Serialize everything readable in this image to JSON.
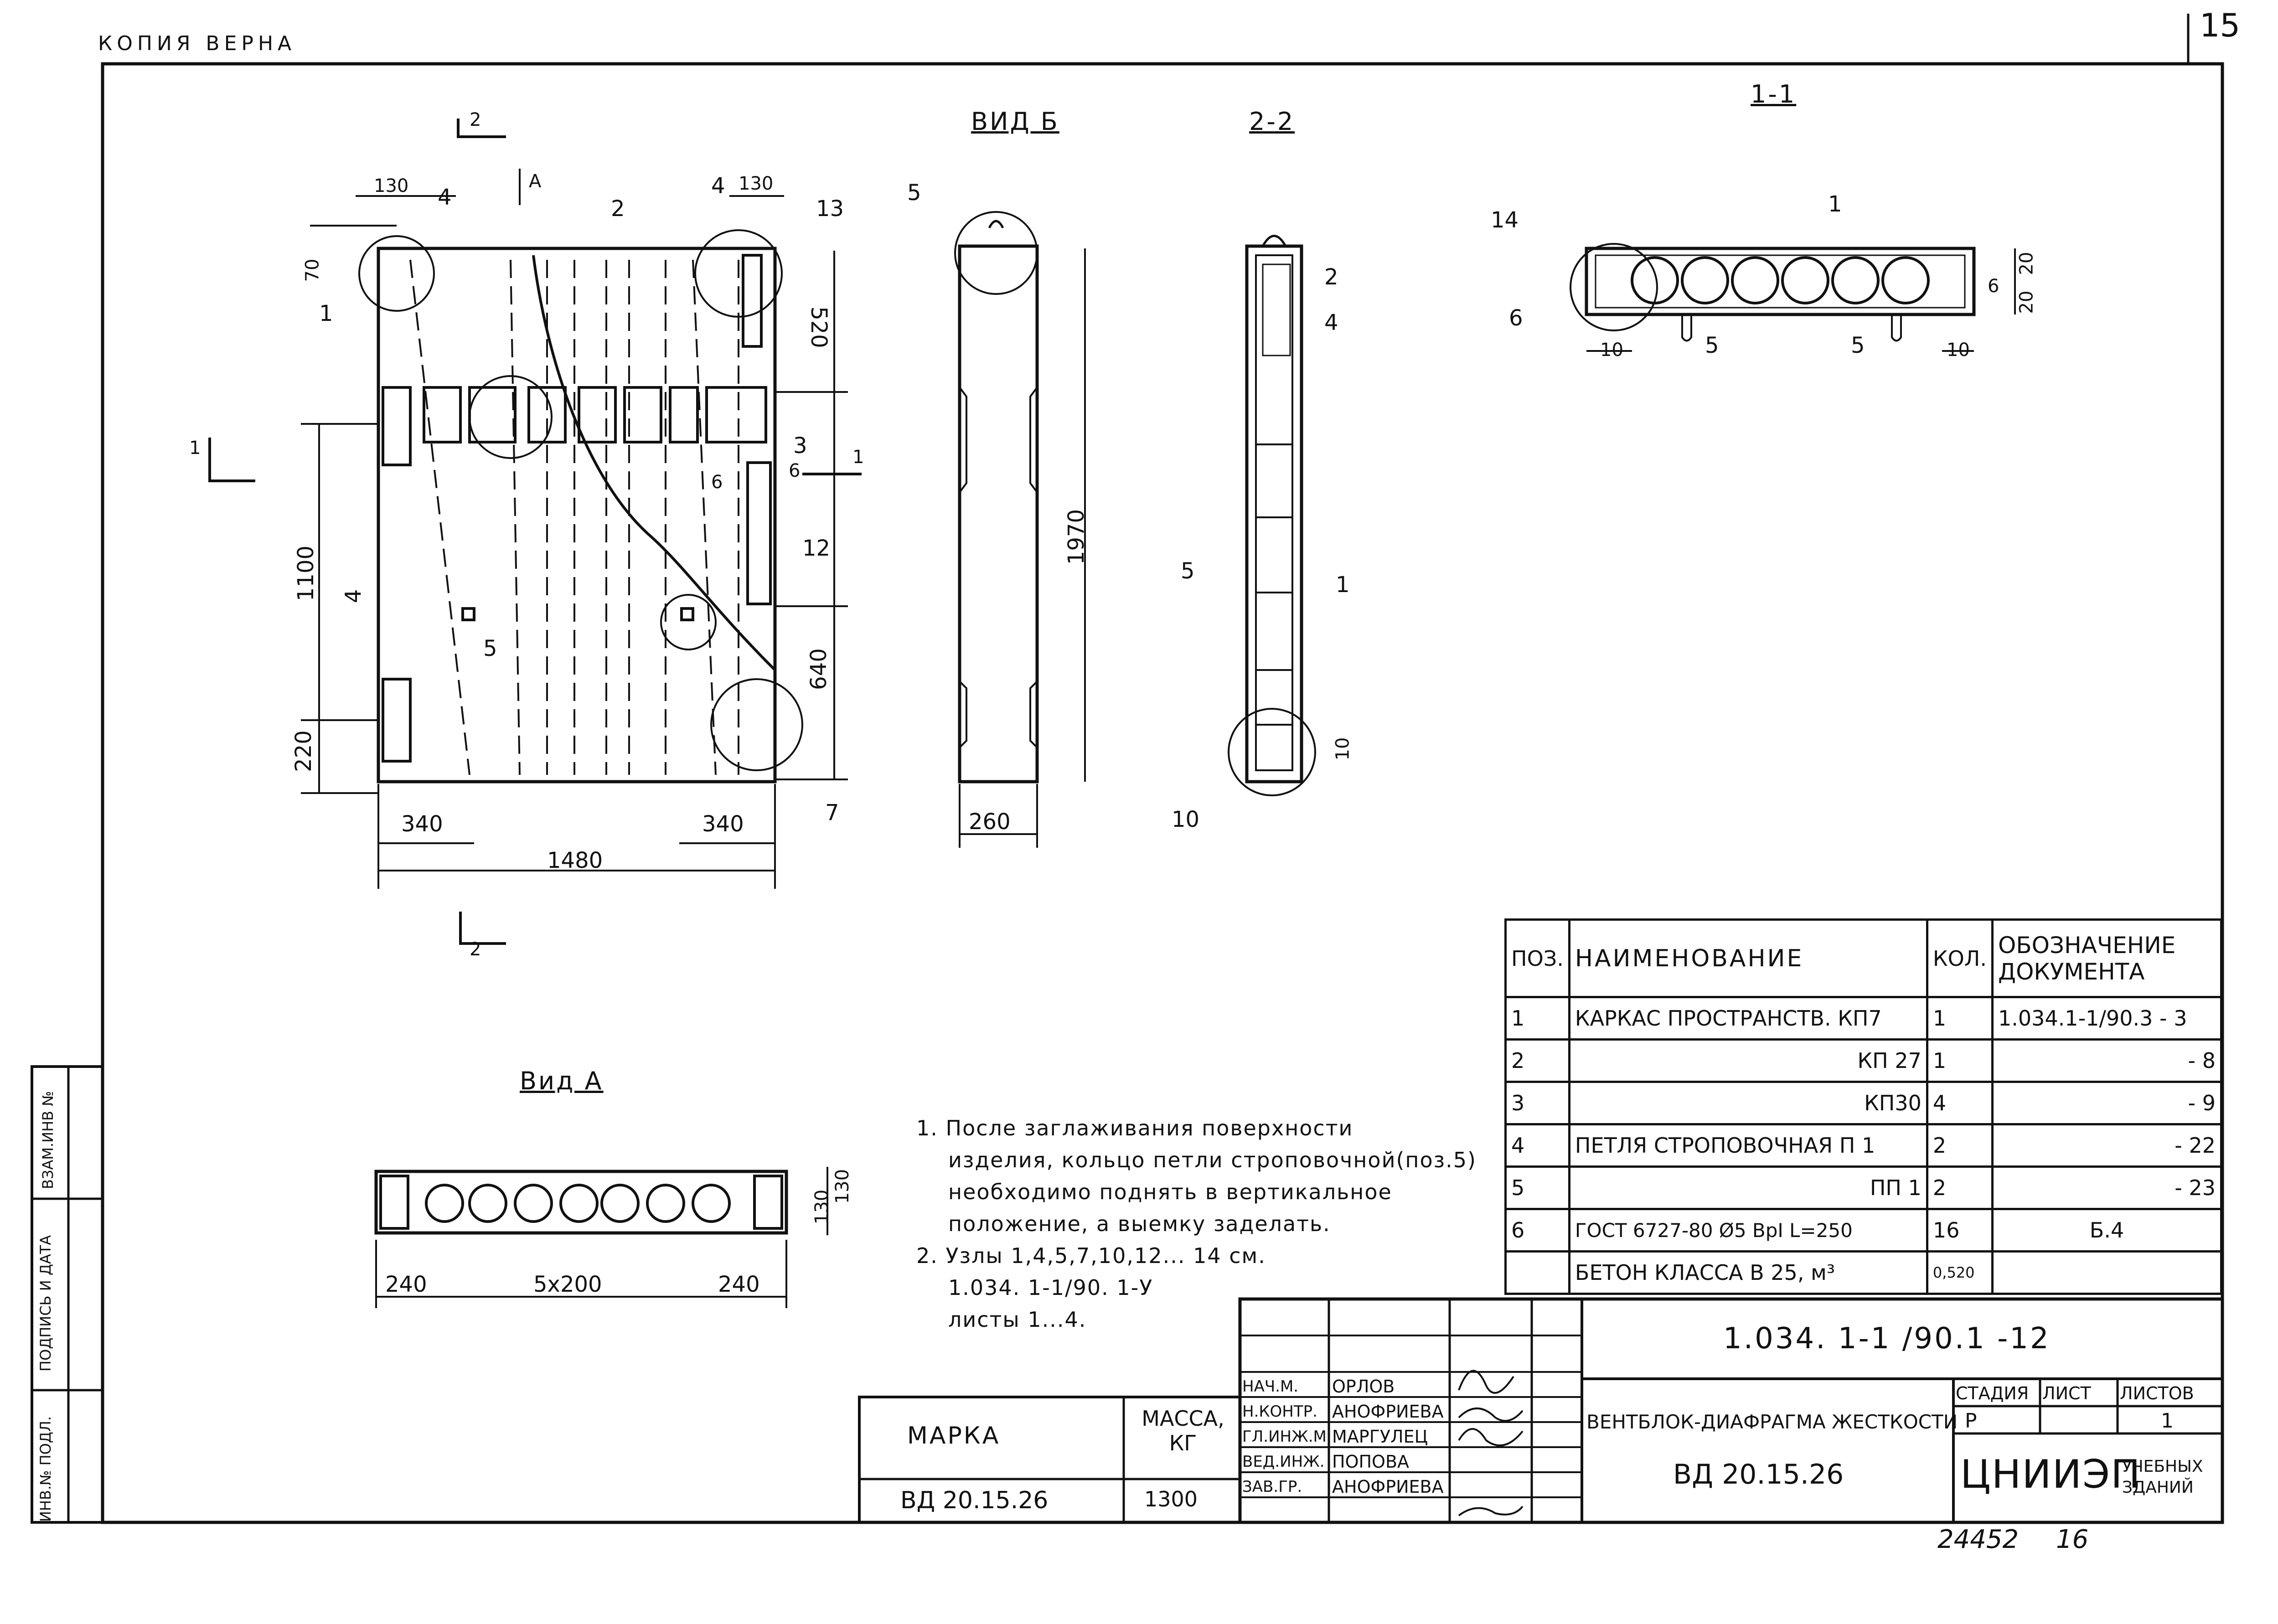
{
  "header": {
    "stamp_copy": "КОПИЯ ВЕРНА",
    "sheet_corner": "15"
  },
  "views": {
    "view_b": "ВИД Б",
    "section_2_2": "2-2",
    "section_1_1": "1-1",
    "view_a": "Вид А"
  },
  "dims_front": {
    "d130_left": "130",
    "d130_right": "130",
    "d70": "70",
    "d520": "520",
    "d1100": "1100",
    "d220": "220",
    "d640": "640",
    "d340_left": "340",
    "d340_right": "340",
    "d1480": "1480",
    "axis_a": "А",
    "cut2_top": "2",
    "cut2_bottom": "2",
    "cut1_left": "1",
    "cut1_right": "1"
  },
  "callouts_front": [
    "2",
    "4",
    "4",
    "13",
    "1",
    "3",
    "6",
    "6",
    "12",
    "5",
    "4",
    "7"
  ],
  "dims_side": {
    "d1970": "1970",
    "d260": "260",
    "callout_5": "5"
  },
  "dims_section22": {
    "p2": "2",
    "p4": "4",
    "p5": "5",
    "p1": "1",
    "p10": "10",
    "d10": "10"
  },
  "dims_section11": {
    "p14": "14",
    "p1": "1",
    "p6": "6",
    "d10_left": "10",
    "d10_right": "10",
    "p5a": "5",
    "p5b": "5",
    "d6": "6",
    "d20a": "20",
    "d20b": "20"
  },
  "dims_view_a": {
    "d240_left": "240",
    "d5x200": "5x200",
    "d240_right": "240",
    "d130a": "130",
    "d130b": "130"
  },
  "notes": [
    "1. После заглаживания поверхности",
    "изделия, кольцо петли строповочной(поз.5)",
    "необходимо поднять в вертикальное",
    "положение, а выемку заделать.",
    "2. Узлы 1,4,5,7,10,12... 14 см.",
    "1.034. 1-1/90. 1-У",
    "листы 1...4."
  ],
  "spec": {
    "headers": {
      "pos": "ПОЗ.",
      "name": "НАИМЕНОВАНИЕ",
      "qty": "КОЛ.",
      "doc": "ОБОЗНАЧЕНИЕ ДОКУМЕНТА"
    },
    "rows": [
      {
        "pos": "1",
        "name": "КАРКАС ПРОСТРАНСТВ. КП7",
        "qty": "1",
        "doc": "1.034.1-1/90.3 - 3"
      },
      {
        "pos": "2",
        "name": "КП 27",
        "qty": "1",
        "doc": "- 8"
      },
      {
        "pos": "3",
        "name": "КП30",
        "qty": "4",
        "doc": "- 9"
      },
      {
        "pos": "4",
        "name": "ПЕТЛЯ СТРОПОВОЧНАЯ П 1",
        "qty": "2",
        "doc": "- 22"
      },
      {
        "pos": "5",
        "name": "ПП 1",
        "qty": "2",
        "doc": "- 23"
      },
      {
        "pos": "6",
        "name": "ГОСТ 6727-80 Ø5 ВрI L=250",
        "qty": "16",
        "doc": "Б.4"
      },
      {
        "pos": "",
        "name": "БЕТОН КЛАССА В 25, м³",
        "qty": "0,520",
        "doc": ""
      }
    ]
  },
  "marka": {
    "label": "МАРКА",
    "mass_label": "МАССА, КГ",
    "value": "ВД 20.15.26",
    "mass": "1300"
  },
  "stamp": {
    "doc_code": "1.034. 1-1 /90.1 -12",
    "product": "ВЕНТБЛОК-ДИАФРАГМА ЖЕСТКОСТИ",
    "product_mark": "ВД 20.15.26",
    "stage_label": "СТАДИЯ",
    "sheet_label": "ЛИСТ",
    "sheets_label": "ЛИСТОВ",
    "stage": "Р",
    "sheet": "",
    "sheets": "1",
    "org": "ЦНИИЭП",
    "org_sub": "УЧЕБНЫХ ЗДАНИЙ",
    "people": [
      {
        "role": "НАЧ.М.",
        "name": "ОРЛОВ"
      },
      {
        "role": "Н.КОНТР.",
        "name": "АНОФРИЕВА"
      },
      {
        "role": "ГЛ.ИНЖ.М.",
        "name": "МАРГУЛЕЦ"
      },
      {
        "role": "ВЕД.ИНЖ.",
        "name": "ПОПОВА"
      },
      {
        "role": "ЗАВ.ГР.",
        "name": "АНОФРИЕВА"
      }
    ]
  },
  "side_strip": [
    "ИНВ.№ ПОДЛ.",
    "ПОДПИСЬ И ДАТА",
    "ВЗАМ.ИНВ №"
  ],
  "footer": {
    "archive_no": "24452",
    "page": "16"
  }
}
